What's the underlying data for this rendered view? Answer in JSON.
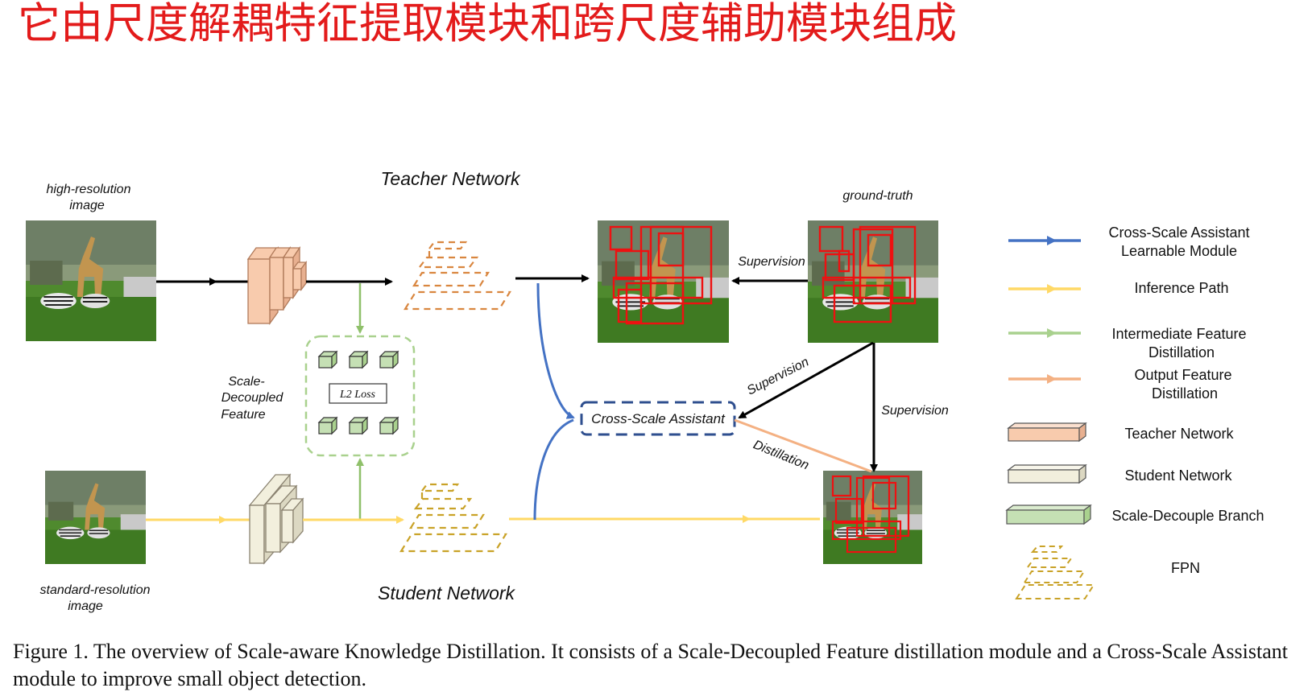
{
  "slide_title": "它由尺度解耦特征提取模块和跨尺度辅助模块组成",
  "figure": {
    "labels": {
      "teacher_network": "Teacher Network",
      "student_network": "Student Network",
      "high_res_1": "high-resolution",
      "high_res_2": "image",
      "std_res_1": "standard-resolution",
      "std_res_2": "image",
      "ground_truth": "ground-truth",
      "sdf_1": "Scale-",
      "sdf_2": "Decoupled",
      "sdf_3": "Feature",
      "l2_loss": "L2 Loss",
      "cross_scale_assistant": "Cross-Scale Assistant",
      "supervision_top": "Supervision",
      "supervision_diag": "Supervision",
      "supervision_right": "Supervision",
      "distillation": "Distillation"
    },
    "legend": [
      {
        "name": "cross-scale-assistant",
        "line1": "Cross-Scale Assistant",
        "line2": "Learnable Module",
        "color": "#4472c4"
      },
      {
        "name": "inference-path",
        "line1": "Inference Path",
        "line2": "",
        "color": "#ffd966"
      },
      {
        "name": "intermediate-feature-distillation",
        "line1": "Intermediate Feature",
        "line2": "Distillation",
        "color": "#a9d18e"
      },
      {
        "name": "output-feature-distillation",
        "line1": "Output Feature",
        "line2": "Distillation",
        "color": "#f4b183"
      },
      {
        "name": "teacher-network",
        "line1": "Teacher Network",
        "line2": "",
        "color": "#f8cbad"
      },
      {
        "name": "student-network",
        "line1": "Student Network",
        "line2": "",
        "color": "#f2efdd"
      },
      {
        "name": "scale-decouple-branch",
        "line1": "Scale-Decouple Branch",
        "line2": "",
        "color": "#c5e0b4"
      },
      {
        "name": "fpn",
        "line1": "FPN",
        "line2": "",
        "color": "#c9a227"
      }
    ],
    "caption": "Figure 1. The overview of Scale-aware Knowledge Distillation. It consists of a Scale-Decoupled Feature distillation module and a Cross-Scale Assistant module to improve small object detection."
  }
}
